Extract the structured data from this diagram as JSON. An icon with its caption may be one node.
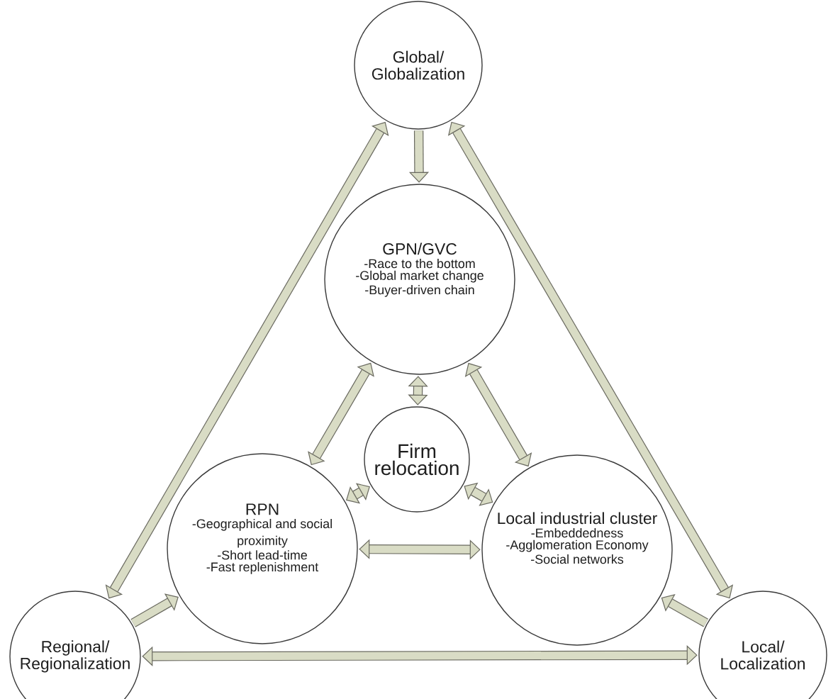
{
  "diagram": {
    "nodes": [
      {
        "text": [
          "Global/ Globalization"
        ]
      },
      {
        "text": [
          "GPN/GVC",
          "-Race to the bottom",
          "-Global market change",
          "-Buyer-driven chain"
        ]
      },
      {
        "text": [
          "Firm relocation"
        ]
      },
      {
        "text": [
          "RPN",
          "-Geographical and social proximity",
          "-Short lead-time",
          "-Fast replenishment"
        ]
      },
      {
        "text": [
          "Local industrial cluster",
          "-Embeddedness",
          "-Agglomeration Economy",
          "-Social networks"
        ]
      },
      {
        "text": [
          "Regional/ Regionalization"
        ]
      },
      {
        "text": [
          "Local/ Localization"
        ]
      }
    ],
    "edges": [
      {
        "from": 0,
        "to": 1,
        "arrow": "to"
      },
      {
        "from": 5,
        "to": 0,
        "arrow": "both"
      },
      {
        "from": 6,
        "to": 0,
        "arrow": "both"
      },
      {
        "from": 1,
        "to": 3,
        "arrow": "both"
      },
      {
        "from": 1,
        "to": 2,
        "arrow": "both"
      },
      {
        "from": 1,
        "to": 4,
        "arrow": "both"
      },
      {
        "from": 3,
        "to": 2,
        "arrow": "both"
      },
      {
        "from": 4,
        "to": 2,
        "arrow": "both"
      },
      {
        "from": 3,
        "to": 4,
        "arrow": "both"
      },
      {
        "from": 5,
        "to": 3,
        "arrow": "to"
      },
      {
        "from": 6,
        "to": 4,
        "arrow": "to"
      },
      {
        "from": 5,
        "to": 6,
        "arrow": "both"
      }
    ]
  }
}
